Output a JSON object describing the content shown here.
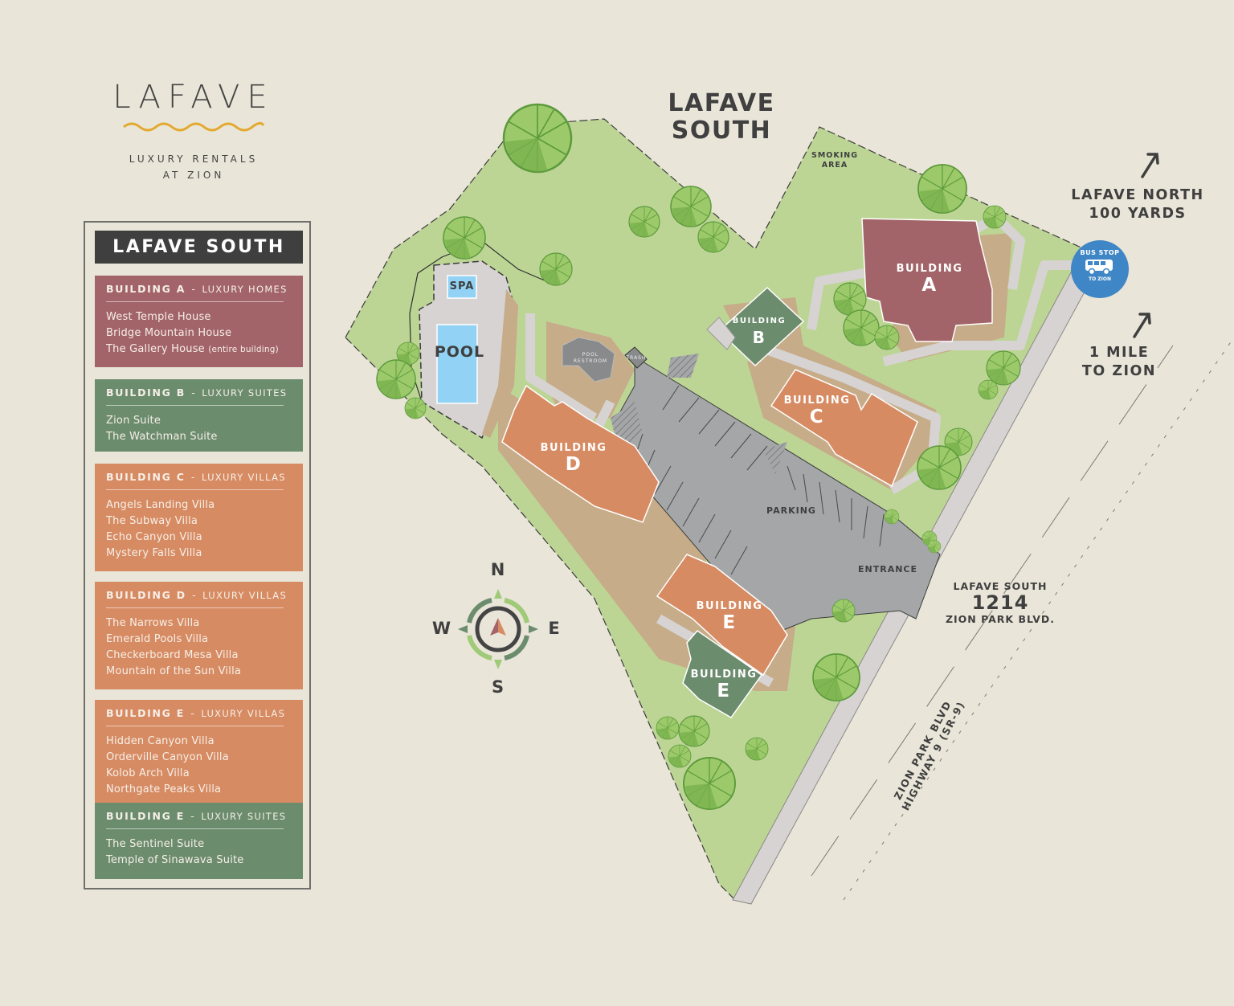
{
  "logo": {
    "wordmark": "LAFAVE",
    "tagline_line1": "LUXURY RENTALS",
    "tagline_line2": "AT ZION",
    "wave_color": "#e3a92f"
  },
  "legend": {
    "title": "LAFAVE SOUTH",
    "sections": [
      {
        "building": "BUILDING A",
        "separator": "-",
        "type": "LUXURY HOMES",
        "color": "#a26468",
        "items": [
          "West Temple House",
          "Bridge Mountain House",
          "The Gallery House"
        ],
        "item_note": "(entire building)"
      },
      {
        "building": "BUILDING B",
        "separator": "-",
        "type": "LUXURY SUITES",
        "color": "#6c8c6e",
        "items": [
          "Zion Suite",
          "The Watchman Suite"
        ]
      },
      {
        "building": "BUILDING C",
        "separator": "-",
        "type": "LUXURY VILLAS",
        "color": "#d78b63",
        "items": [
          "Angels Landing Villa",
          "The Subway Villa",
          "Echo Canyon Villa",
          "Mystery Falls Villa"
        ]
      },
      {
        "building": "BUILDING D",
        "separator": "-",
        "type": "LUXURY VILLAS",
        "color": "#d78b63",
        "items": [
          "The Narrows Villa",
          "Emerald Pools Villa",
          "Checkerboard Mesa Villa",
          "Mountain of the Sun Villa"
        ]
      },
      {
        "building": "BUILDING E",
        "separator": "-",
        "type": "LUXURY VILLAS",
        "color": "#d78b63",
        "items": [
          "Hidden Canyon Villa",
          "Orderville Canyon Villa",
          "Kolob Arch Villa",
          "Northgate Peaks Villa"
        ]
      },
      {
        "building": "BUILDING E",
        "separator": "-",
        "type": "LUXURY SUITES",
        "color": "#6c8c6e",
        "items": [
          "The Sentinel Suite",
          "Temple of Sinawava Suite"
        ]
      }
    ]
  },
  "map": {
    "title_line1": "LAFAVE",
    "title_line2": "SOUTH",
    "smoking_area_line1": "SMOKING",
    "smoking_area_line2": "AREA",
    "spa": "SPA",
    "pool": "POOL",
    "pool_restroom_line1": "POOL",
    "pool_restroom_line2": "RESTROOM",
    "trash": "TRASH",
    "parking": "PARKING",
    "entrance": "ENTRANCE",
    "building_word": "BUILDING",
    "buildings": [
      {
        "letter": "A",
        "color": "#a26468"
      },
      {
        "letter": "B",
        "color": "#6c8c6e"
      },
      {
        "letter": "C",
        "color": "#d78b63"
      },
      {
        "letter": "D",
        "color": "#d78b63"
      },
      {
        "letter": "E",
        "color": "#d78b63"
      },
      {
        "letter": "E",
        "color": "#6c8c6e"
      }
    ],
    "bus_stop": {
      "top": "BUS STOP",
      "bottom": "TO ZION",
      "color": "#3f86c6"
    },
    "north_note_line1": "LAFAVE NORTH",
    "north_note_line2": "100 YARDS",
    "zion_note_line1": "1 MILE",
    "zion_note_line2": "TO ZION",
    "address": {
      "line1": "LAFAVE SOUTH",
      "number": "1214",
      "street": "ZION PARK BLVD."
    },
    "road_label_line1": "ZION PARK BLVD",
    "road_label_line2": "HIGHWAY 9 (SR-9)",
    "compass": {
      "n": "N",
      "s": "S",
      "e": "E",
      "w": "W"
    },
    "colors": {
      "grass": "#bcd595",
      "path": "#d7d3d3",
      "dirt": "#c6ac88",
      "asphalt": "#a4a6a8",
      "water": "#92d2f4",
      "background": "#e9e5d8"
    }
  }
}
